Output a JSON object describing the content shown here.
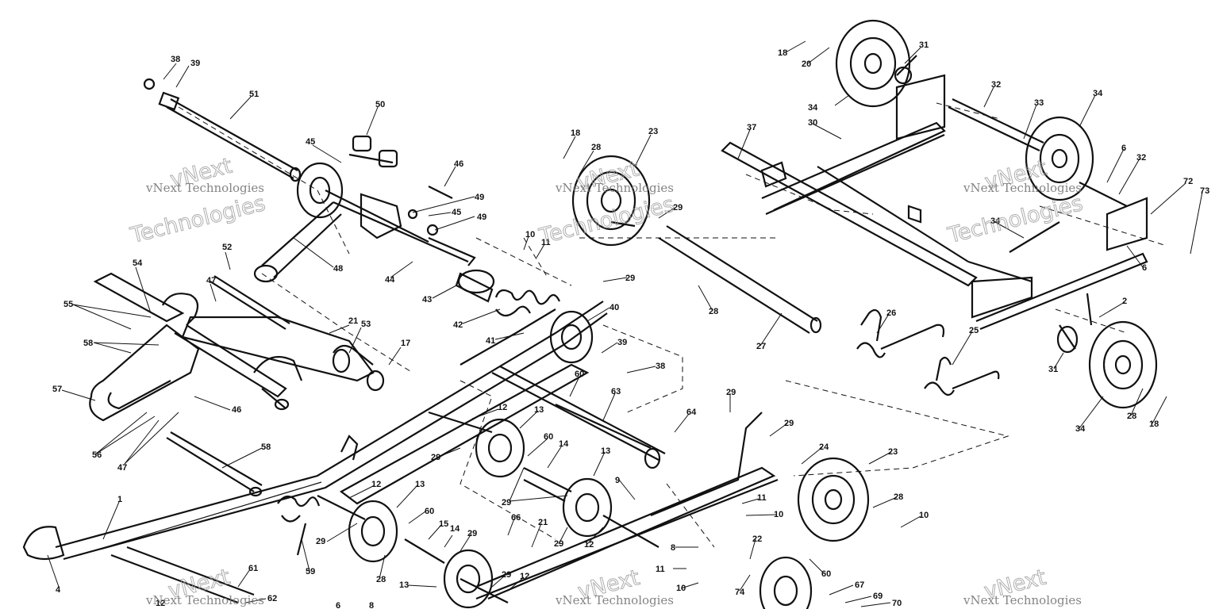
{
  "watermark": {
    "small": "vNext Technologies",
    "large_top": "vNext",
    "large_bottom": "Technologies"
  },
  "callouts": [
    {
      "id": "c1",
      "label": "38"
    },
    {
      "id": "c2",
      "label": "39"
    },
    {
      "id": "c3",
      "label": "51"
    },
    {
      "id": "c4",
      "label": "50"
    },
    {
      "id": "c5",
      "label": "45"
    },
    {
      "id": "c6",
      "label": "46"
    },
    {
      "id": "c7",
      "label": "49"
    },
    {
      "id": "c8",
      "label": "45"
    },
    {
      "id": "c9",
      "label": "49"
    },
    {
      "id": "c10",
      "label": "48"
    },
    {
      "id": "c11",
      "label": "44"
    },
    {
      "id": "c12",
      "label": "43"
    },
    {
      "id": "c13",
      "label": "42"
    },
    {
      "id": "c14",
      "label": "41"
    },
    {
      "id": "c15",
      "label": "40"
    },
    {
      "id": "c16",
      "label": "39"
    },
    {
      "id": "c17",
      "label": "38"
    },
    {
      "id": "c18",
      "label": "52"
    },
    {
      "id": "c19",
      "label": "54"
    },
    {
      "id": "c20",
      "label": "47"
    },
    {
      "id": "c21",
      "label": "55"
    },
    {
      "id": "c22",
      "label": "58"
    },
    {
      "id": "c23",
      "label": "21"
    },
    {
      "id": "c24",
      "label": "53"
    },
    {
      "id": "c25",
      "label": "17"
    },
    {
      "id": "c26",
      "label": "57"
    },
    {
      "id": "c27",
      "label": "46"
    },
    {
      "id": "c28",
      "label": "56"
    },
    {
      "id": "c29",
      "label": "47"
    },
    {
      "id": "c30",
      "label": "58"
    },
    {
      "id": "c31",
      "label": "1"
    },
    {
      "id": "c32",
      "label": "4"
    },
    {
      "id": "c33",
      "label": "59"
    },
    {
      "id": "c34",
      "label": "61"
    },
    {
      "id": "c35",
      "label": "62"
    },
    {
      "id": "c36",
      "label": "18"
    },
    {
      "id": "c37",
      "label": "28"
    },
    {
      "id": "c38",
      "label": "23"
    },
    {
      "id": "c39",
      "label": "29"
    },
    {
      "id": "c40",
      "label": "10"
    },
    {
      "id": "c41",
      "label": "11"
    },
    {
      "id": "c42",
      "label": "29"
    },
    {
      "id": "c43",
      "label": "60"
    },
    {
      "id": "c44",
      "label": "63"
    },
    {
      "id": "c45",
      "label": "64"
    },
    {
      "id": "c46",
      "label": "12"
    },
    {
      "id": "c47",
      "label": "13"
    },
    {
      "id": "c48",
      "label": "29"
    },
    {
      "id": "c49",
      "label": "60"
    },
    {
      "id": "c50",
      "label": "14"
    },
    {
      "id": "c51",
      "label": "29"
    },
    {
      "id": "c52",
      "label": "13"
    },
    {
      "id": "c53",
      "label": "12"
    },
    {
      "id": "c54",
      "label": "13"
    },
    {
      "id": "c55",
      "label": "29"
    },
    {
      "id": "c56",
      "label": "60"
    },
    {
      "id": "c57",
      "label": "15"
    },
    {
      "id": "c58",
      "label": "14"
    },
    {
      "id": "c59",
      "label": "29"
    },
    {
      "id": "c60",
      "label": "28"
    },
    {
      "id": "c61",
      "label": "9"
    },
    {
      "id": "c62",
      "label": "29"
    },
    {
      "id": "c63",
      "label": "12"
    },
    {
      "id": "c64",
      "label": "66"
    },
    {
      "id": "c65",
      "label": "21"
    },
    {
      "id": "c66",
      "label": "29"
    },
    {
      "id": "c67",
      "label": "12"
    },
    {
      "id": "c68",
      "label": "13"
    },
    {
      "id": "c69",
      "label": "12"
    },
    {
      "id": "c70",
      "label": "18"
    },
    {
      "id": "c71",
      "label": "20"
    },
    {
      "id": "c72",
      "label": "34"
    },
    {
      "id": "c73",
      "label": "31"
    },
    {
      "id": "c74",
      "label": "37"
    },
    {
      "id": "c75",
      "label": "30"
    },
    {
      "id": "c76",
      "label": "32"
    },
    {
      "id": "c77",
      "label": "33"
    },
    {
      "id": "c78",
      "label": "34"
    },
    {
      "id": "c79",
      "label": "6"
    },
    {
      "id": "c80",
      "label": "32"
    },
    {
      "id": "c81",
      "label": "72"
    },
    {
      "id": "c82",
      "label": "73"
    },
    {
      "id": "c83",
      "label": "34"
    },
    {
      "id": "c84",
      "label": "6"
    },
    {
      "id": "c85",
      "label": "26"
    },
    {
      "id": "c86",
      "label": "28"
    },
    {
      "id": "c87",
      "label": "27"
    },
    {
      "id": "c88",
      "label": "25"
    },
    {
      "id": "c89",
      "label": "2"
    },
    {
      "id": "c90",
      "label": "31"
    },
    {
      "id": "c91",
      "label": "34"
    },
    {
      "id": "c92",
      "label": "28"
    },
    {
      "id": "c93",
      "label": "18"
    },
    {
      "id": "c94",
      "label": "29"
    },
    {
      "id": "c95",
      "label": "29"
    },
    {
      "id": "c96",
      "label": "24"
    },
    {
      "id": "c97",
      "label": "23"
    },
    {
      "id": "c98",
      "label": "11"
    },
    {
      "id": "c99",
      "label": "10"
    },
    {
      "id": "c100",
      "label": "28"
    },
    {
      "id": "c101",
      "label": "10"
    },
    {
      "id": "c102",
      "label": "8"
    },
    {
      "id": "c103",
      "label": "22"
    },
    {
      "id": "c104",
      "label": "60"
    },
    {
      "id": "c105",
      "label": "74"
    },
    {
      "id": "c106",
      "label": "11"
    },
    {
      "id": "c107",
      "label": "10"
    },
    {
      "id": "c108",
      "label": "67"
    },
    {
      "id": "c109",
      "label": "69"
    },
    {
      "id": "c110",
      "label": "70"
    },
    {
      "id": "c111",
      "label": "6"
    },
    {
      "id": "c112",
      "label": "8"
    }
  ]
}
